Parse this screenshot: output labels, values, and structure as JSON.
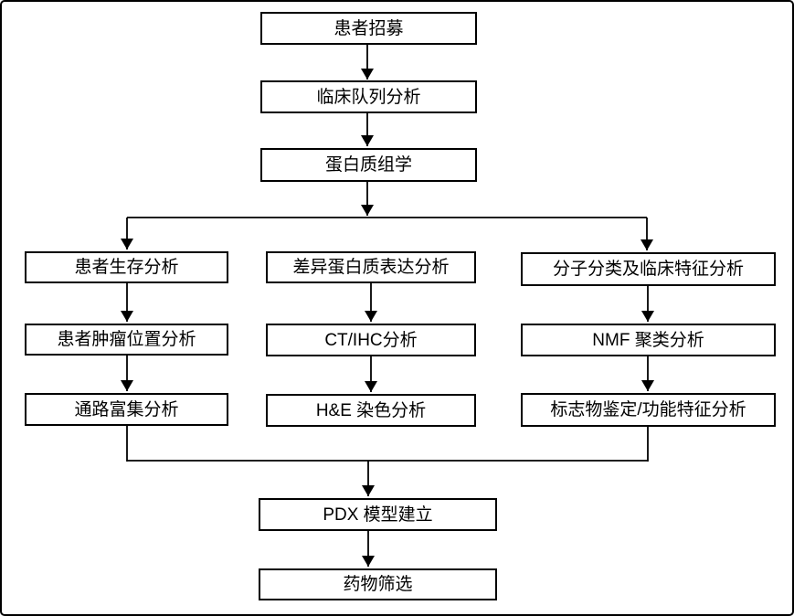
{
  "diagram": {
    "type": "flowchart",
    "background": "#ffffff",
    "line_color": "#000000",
    "box_border_color": "#000000",
    "text_color": "#000000",
    "nodes": {
      "patient_recruitment": "患者招募",
      "clinical_cohort_analysis": "临床队列分析",
      "proteomics": "蛋白质组学",
      "patient_survival_analysis": "患者生存分析",
      "patient_tumor_location_analysis": "患者肿瘤位置分析",
      "pathway_enrichment_analysis": "通路富集分析",
      "differential_protein_expression_analysis": "差异蛋白质表达分析",
      "ct_ihc_analysis": "CT/IHC分析",
      "he_staining_analysis": "H&E 染色分析",
      "molecular_classification_clinical_features": "分子分类及临床特征分析",
      "nmf_clustering_analysis": "NMF 聚类分析",
      "marker_identification_functional_features": "标志物鉴定/功能特征分析",
      "pdx_model_establishment": "PDX 模型建立",
      "drug_screening": "药物筛选"
    },
    "edges": [
      {
        "from": "patient_recruitment",
        "to": "clinical_cohort_analysis"
      },
      {
        "from": "clinical_cohort_analysis",
        "to": "proteomics"
      },
      {
        "from": "proteomics",
        "to": "patient_survival_analysis"
      },
      {
        "from": "proteomics",
        "to": "differential_protein_expression_analysis"
      },
      {
        "from": "proteomics",
        "to": "molecular_classification_clinical_features"
      },
      {
        "from": "patient_survival_analysis",
        "to": "patient_tumor_location_analysis"
      },
      {
        "from": "patient_tumor_location_analysis",
        "to": "pathway_enrichment_analysis"
      },
      {
        "from": "differential_protein_expression_analysis",
        "to": "ct_ihc_analysis"
      },
      {
        "from": "ct_ihc_analysis",
        "to": "he_staining_analysis"
      },
      {
        "from": "molecular_classification_clinical_features",
        "to": "nmf_clustering_analysis"
      },
      {
        "from": "nmf_clustering_analysis",
        "to": "marker_identification_functional_features"
      },
      {
        "from": "pathway_enrichment_analysis",
        "to": "pdx_model_establishment"
      },
      {
        "from": "he_staining_analysis",
        "to": "pdx_model_establishment"
      },
      {
        "from": "marker_identification_functional_features",
        "to": "pdx_model_establishment"
      },
      {
        "from": "pdx_model_establishment",
        "to": "drug_screening"
      }
    ]
  }
}
